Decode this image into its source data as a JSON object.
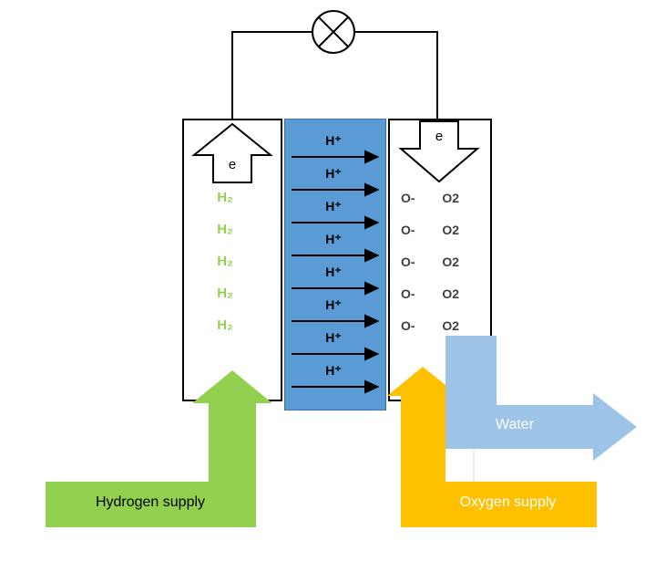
{
  "diagram": {
    "circuit": {
      "load_icon": "lamp-crossed-circle-icon"
    },
    "anode": {
      "electron_label": "e",
      "h2_labels": [
        "H₂",
        "H₂",
        "H₂",
        "H₂",
        "H₂"
      ]
    },
    "membrane": {
      "proton_labels": [
        "H⁺",
        "H⁺",
        "H⁺",
        "H⁺",
        "H⁺",
        "H⁺",
        "H⁺",
        "H⁺"
      ]
    },
    "cathode": {
      "electron_label": "e",
      "rows": [
        {
          "ion": "O-",
          "molecule": "O2"
        },
        {
          "ion": "O-",
          "molecule": "O2"
        },
        {
          "ion": "O-",
          "molecule": "O2"
        },
        {
          "ion": "O-",
          "molecule": "O2"
        },
        {
          "ion": "O-",
          "molecule": "O2"
        }
      ]
    },
    "flows": {
      "hydrogen": "Hydrogen supply",
      "oxygen": "Oxygen supply",
      "water": "Water"
    },
    "colors": {
      "membrane_blue": "#5B9BD5",
      "hydrogen_green": "#92D050",
      "oxygen_orange": "#FFC000",
      "water_blue": "#9DC3E6",
      "oxygen_text": "#404040"
    }
  }
}
